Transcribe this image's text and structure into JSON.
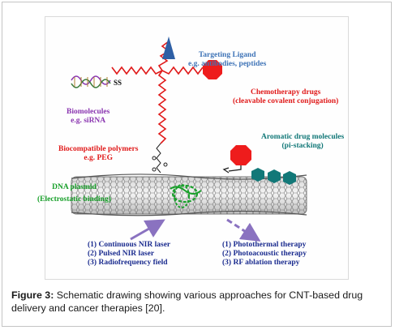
{
  "diagram": {
    "targeting_ligand": {
      "title": "Targeting Ligand",
      "example": "e.g. antibodies, peptides"
    },
    "chemotherapy": {
      "title": "Chemotherapy drugs",
      "detail": "(cleavable covalent conjugation)"
    },
    "aromatic": {
      "title": "Aromatic drug molecules",
      "detail": "(pi-stacking)"
    },
    "biomolecules": {
      "title": "Biomolecules",
      "example": "e.g. siRNA",
      "bond": "SS"
    },
    "polymers": {
      "title": "Biocompatible polymers",
      "example": "e.g. PEG"
    },
    "dna": {
      "title": "DNA plasmid",
      "detail": "(Electrostatic binding)"
    },
    "stimuli": [
      "(1) Continuous NIR laser",
      "(2) Pulsed NIR laser",
      "(3) Radiofrequency field"
    ],
    "therapies": [
      "(1) Photothermal therapy",
      "(2) Photoacoustic therapy",
      "(3) RF ablation therapy"
    ]
  },
  "caption": {
    "label": "Figure 3:",
    "text": "Schematic drawing showing various approaches for CNT-based drug delivery and cancer therapies [20]."
  },
  "colors": {
    "blue": "#3f74b7",
    "red": "#e01a1a",
    "purple": "#8a35b0",
    "teal": "#127878",
    "green": "#18a02a",
    "navy": "#1b2c8f",
    "arrow": "#8a72c0"
  }
}
